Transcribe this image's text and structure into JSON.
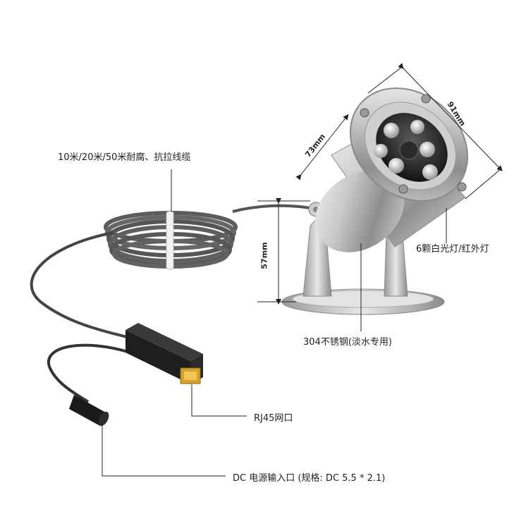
{
  "labels": {
    "cable": "10米/20米/50米耐腐、抗拉线缆",
    "leds": "6颗白光灯/红外灯",
    "material": "304不锈钢(淡水专用)",
    "rj45": "RJ45网口",
    "dc": "DC 电源输入口 (规格: DC 5.5 * 2.1)"
  },
  "dimensions": {
    "diameter": "91mm",
    "depth": "73mm",
    "height": "57mm"
  }
}
